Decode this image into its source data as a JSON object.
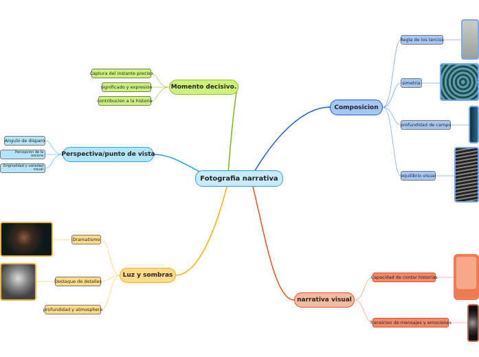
{
  "central": "Fotografia narrativa",
  "momento": {
    "label": "Momento decisivo.",
    "children": [
      "Captura del instante preciso",
      "significado y expresión",
      "contribucion a la historia"
    ]
  },
  "perspectiva": {
    "label": "Perspectiva/punto de vista",
    "children": [
      "Angulo de disparo",
      "Percepcion de la escena",
      "Originalidad y variedad visual"
    ]
  },
  "luz": {
    "label": "Luz y sombras",
    "children": [
      "Dramatismo",
      "Destaque de detalles",
      "profundidad y atmosphera"
    ]
  },
  "composicion": {
    "label": "Composicion",
    "children": [
      "Regla de los tercios",
      "simetria",
      "profundidad de campo",
      "equilibrio visual"
    ]
  },
  "narrativa": {
    "label": "narrativa visual",
    "children": [
      "Capacidad de contar historias",
      "Transicion de mensajes y emociones"
    ]
  },
  "colors": {
    "green": "#cdf27a",
    "blue": "#b3e4f7",
    "yellow": "#ffdb8a",
    "compo": "#a6c6f5",
    "orange": "#f7b9a0"
  }
}
